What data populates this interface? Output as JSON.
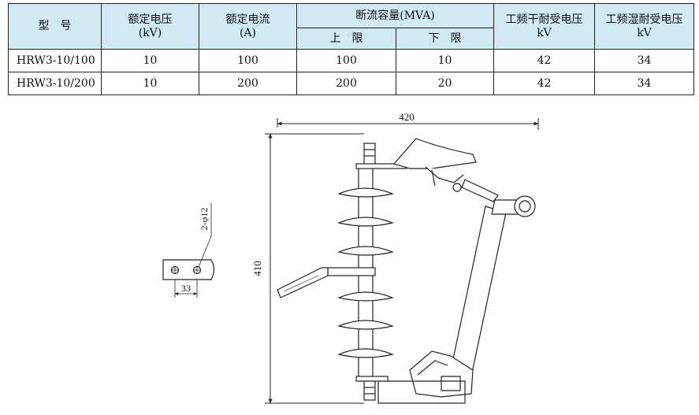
{
  "table": {
    "headers": {
      "model": "型　号",
      "rated_voltage": "额定电压",
      "rated_voltage_unit": "(kV)",
      "rated_current": "额定电流",
      "rated_current_unit": "(A)",
      "breaking_capacity": "断流容量(MVA)",
      "upper_limit": "上　限",
      "lower_limit": "下　限",
      "dry_withstand": "工频干耐受电压",
      "dry_withstand_unit": "kV",
      "wet_withstand": "工频湿耐受电压",
      "wet_withstand_unit": "kV"
    },
    "rows": [
      {
        "model": "HRW3-10/100",
        "voltage": "10",
        "current": "100",
        "upper": "100",
        "lower": "10",
        "dry": "42",
        "wet": "34"
      },
      {
        "model": "HRW3-10/200",
        "voltage": "10",
        "current": "200",
        "upper": "200",
        "lower": "20",
        "dry": "42",
        "wet": "34"
      }
    ]
  },
  "drawing": {
    "width_dim": "420",
    "height_dim": "410",
    "hole_dim": "2-φ12",
    "spacing_dim": "33"
  }
}
